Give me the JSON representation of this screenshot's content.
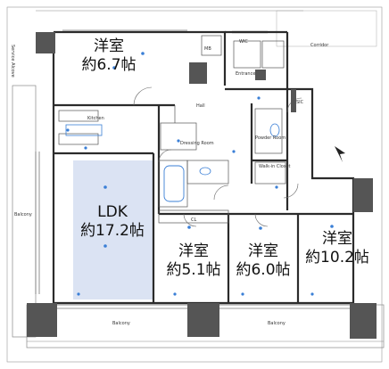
{
  "rooms": {
    "western_1": {
      "name": "洋室",
      "size": "約6.7帖"
    },
    "ldk": {
      "name": "LDK",
      "size": "約17.2帖"
    },
    "western_2": {
      "name": "洋室",
      "size": "約5.1帖"
    },
    "western_3": {
      "name": "洋室",
      "size": "約6.0帖"
    },
    "western_4": {
      "name": "洋室",
      "size": "約10.2帖"
    }
  },
  "small_labels": {
    "kitchen": "Kitchen",
    "hall": "Hall",
    "corridor": "Corridor",
    "entrance": "Entrance",
    "balcony_left": "Balcony",
    "balcony_bottom_1": "Balcony",
    "balcony_bottom_2": "Balcony",
    "dressing_room": "Dressing Room",
    "powder_room": "Powder Room",
    "walk_in_closet": "Walk-in Closet",
    "wic": "WIC",
    "sic": "SIC",
    "mb": "MB",
    "cl": "CL",
    "service_alcove": "Service Alcove"
  },
  "colors": {
    "ldk_floor": "#dbe3f3",
    "wall": "#2b2b2b",
    "column": "#555555",
    "fixture": "#3a7fd6"
  },
  "icons": [
    "north-arrow-icon"
  ]
}
